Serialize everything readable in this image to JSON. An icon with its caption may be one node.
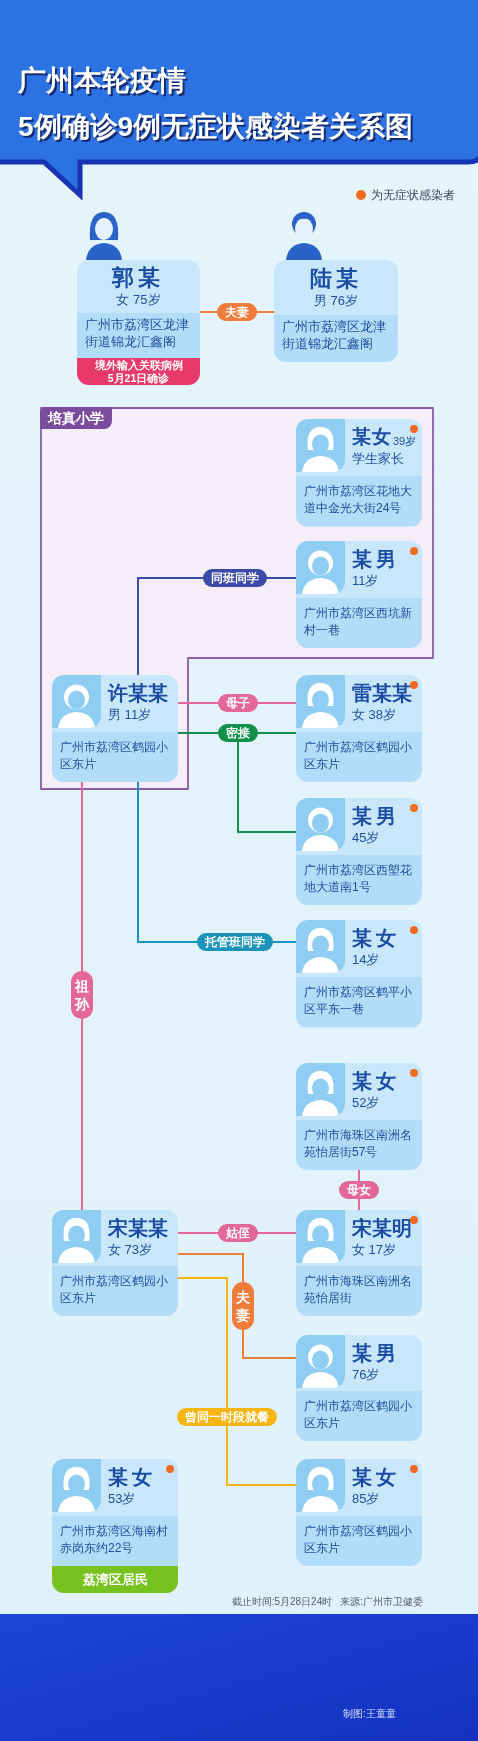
{
  "diagram": {
    "title": "广州本轮疫情 5例确诊9例无症状感染者关系图",
    "nodes": [
      {
        "text": [
          "郭某",
          "女 75岁",
          "广州市荔湾区龙津街道锦龙汇鑫阁",
          "境外输入关联病例 5月21日确诊"
        ]
      },
      {
        "text": [
          "陆某",
          "男 76岁",
          "广州市荔湾区龙津街道锦龙汇鑫阁"
        ]
      },
      {
        "text": [
          "培真小学"
        ]
      },
      {
        "text": [
          "某女",
          "39岁",
          "学生家长",
          "广州市荔湾区花地大道中金光大街24号"
        ],
        "in": 2
      },
      {
        "text": [
          "某男",
          "11岁",
          "广州市荔湾区西坑新村一巷"
        ],
        "in": 2
      },
      {
        "text": [
          "许某某",
          "男 11岁",
          "广州市荔湾区鹤园小区东片"
        ],
        "in": 2
      },
      {
        "text": [
          "雷某某",
          "女 38岁",
          "广州市荔湾区鹤园小区东片"
        ]
      },
      {
        "text": [
          "某男",
          "45岁",
          "广州市荔湾区西塱花地大道南1号"
        ]
      },
      {
        "text": [
          "某女",
          "14岁",
          "广州市荔湾区鹤平小区平东一巷"
        ]
      },
      {
        "text": [
          "某女",
          "52岁",
          "广州市海珠区南洲名苑怡居街57号"
        ]
      },
      {
        "text": [
          "宋某某",
          "女 73岁",
          "广州市荔湾区鹤园小区东片"
        ]
      },
      {
        "text": [
          "宋某明",
          "女 17岁",
          "广州市海珠区南洲名苑怡居街"
        ]
      },
      {
        "text": [
          "某男",
          "76岁",
          "广州市荔湾区鹤园小区东片"
        ]
      },
      {
        "text": [
          "某女",
          "53岁",
          "广州市荔湾区海南村赤岗东约22号",
          "荔湾区居民"
        ]
      },
      {
        "text": [
          "某女",
          "85岁",
          "广州市荔湾区鹤园小区东片"
        ]
      }
    ],
    "edges": [
      {
        "from": 0,
        "to": 1,
        "arrow": "none",
        "label": "夫妻",
        "color": "#f07c3c"
      },
      {
        "from": 5,
        "to": 4,
        "arrow": "none",
        "label": "同班同学",
        "color": "#3b4aa6"
      },
      {
        "from": 5,
        "to": 6,
        "arrow": "none",
        "label": "母子"
      },
      {
        "from": 5,
        "to": 6,
        "arrow": "none",
        "label": "密接",
        "color": "#109048"
      },
      {
        "from": 5,
        "to": 7,
        "arrow": "none",
        "color": "#109048"
      },
      {
        "from": 5,
        "to": 8,
        "arrow": "none",
        "label": "托管班同学",
        "color": "#1a93b8"
      },
      {
        "from": 5,
        "to": 10,
        "arrow": "none",
        "label": "祖孙"
      },
      {
        "from": 9,
        "to": 11,
        "arrow": "none",
        "label": "母女"
      },
      {
        "from": 10,
        "to": 11,
        "arrow": "none",
        "label": "姑侄"
      },
      {
        "from": 10,
        "to": 12,
        "arrow": "none",
        "label": "夫妻",
        "color": "#f07c3c"
      },
      {
        "from": 10,
        "to": 14,
        "arrow": "none",
        "label": "曾同一时段就餐",
        "color": "#f5b512"
      }
    ],
    "labels": [
      "截止时间:5月28日24时",
      "来源:广州市卫健委",
      "制图:王童童"
    ],
    "legend": [
      {
        "text": "为无症状感染者",
        "color": "#f26b21"
      }
    ]
  }
}
